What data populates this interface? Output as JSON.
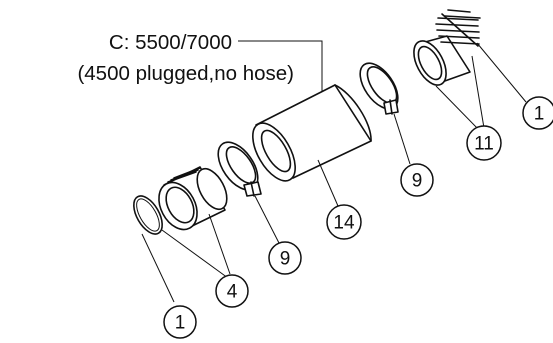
{
  "note": {
    "line1": "C: 5500/7000",
    "line2": "(4500 plugged,no hose)"
  },
  "callouts": {
    "c1_top": "1",
    "c11": "11",
    "c9_right": "9",
    "c14": "14",
    "c9_left": "9",
    "c4": "4",
    "c1_bottom": "1"
  }
}
